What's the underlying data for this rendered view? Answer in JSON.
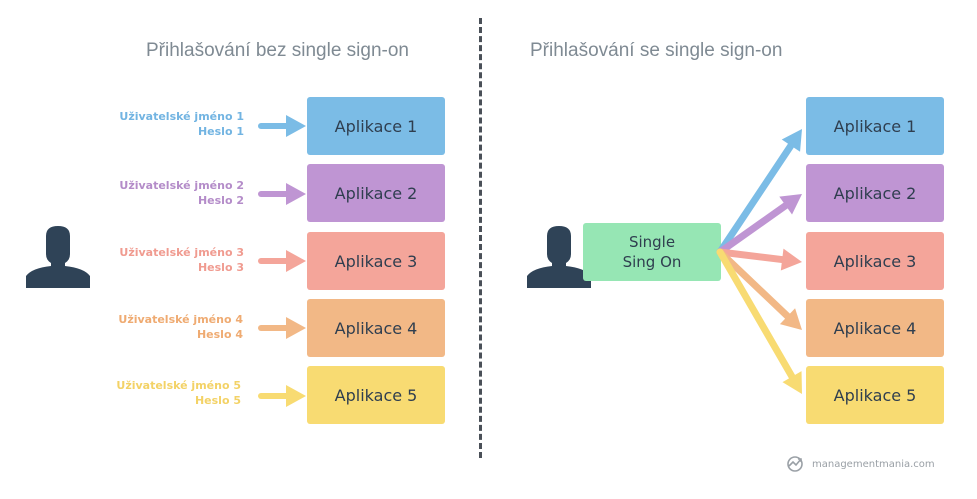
{
  "left_title": "Přihlašování bez single sign-on",
  "right_title": "Přihlašování se single sign-on",
  "apps": [
    {
      "label": "Aplikace 1",
      "user": "Uživatelské jméno 1",
      "pass": "Heslo 1",
      "color": "#7bbce6",
      "text_color": "#72b4e2",
      "arrow_color": "#7bbce6"
    },
    {
      "label": "Aplikace 2",
      "user": "Uživatelské jméno 2",
      "pass": "Heslo 2",
      "color": "#bf95d3",
      "text_color": "#b48cc9",
      "arrow_color": "#bf95d3"
    },
    {
      "label": "Aplikace 3",
      "user": "Uživatelské jméno 3",
      "pass": "Heslo 3",
      "color": "#f4a59a",
      "text_color": "#f09b90",
      "arrow_color": "#f4a59a"
    },
    {
      "label": "Aplikace 4",
      "user": "Uživatelské jméno 4",
      "pass": "Heslo 4",
      "color": "#f2b886",
      "text_color": "#efab72",
      "arrow_color": "#f2b886"
    },
    {
      "label": "Aplikace 5",
      "user": "Uživatelské jméno 5",
      "pass": "Heslo 5",
      "color": "#f8db72",
      "text_color": "#f3d266",
      "arrow_color": "#f8db72"
    }
  ],
  "sso": {
    "line1": "Single",
    "line2": "Sing On",
    "color": "#96e6b4"
  },
  "logo_text": "managementmania.com",
  "icons": {
    "user": "user-silhouette-icon",
    "logo": "managementmania-logo-icon"
  },
  "colors": {
    "user_icon": "#2f4357",
    "title": "#7f8a93",
    "divider": "#4a5058",
    "box_text": "#2f3e4f"
  }
}
